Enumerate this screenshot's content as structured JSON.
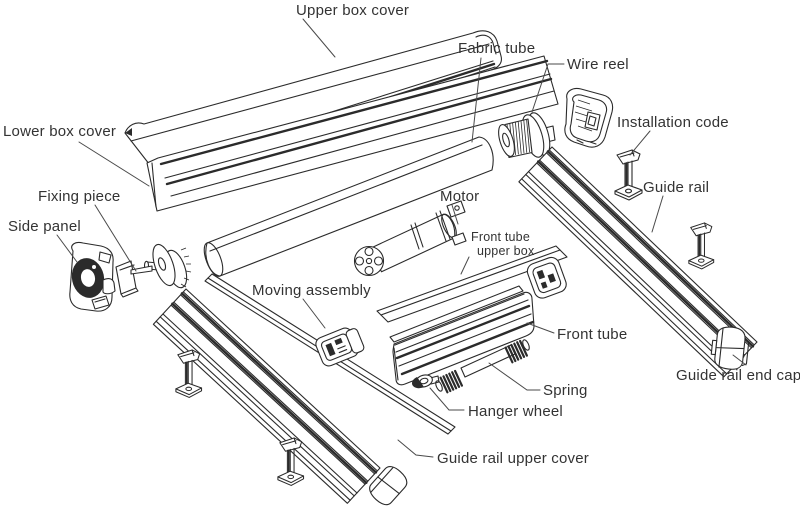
{
  "figure": {
    "kind": "exploded parts diagram",
    "background": "#ffffff",
    "line_color": "#2b2b2b",
    "text_color": "#333333"
  },
  "labels": {
    "upper_box_cover": "Upper box cover",
    "fabric_tube": "Fabric tube",
    "wire_reel": "Wire reel",
    "lower_box_cover": "Lower box cover",
    "installation_code": "Installation code",
    "guide_rail": "Guide rail",
    "fixing_piece": "Fixing piece",
    "side_panel": "Side panel",
    "motor": "Motor",
    "front_tube_upper_box": {
      "line1": "Front tube",
      "line2": "upper box"
    },
    "moving_assembly": "Moving assembly",
    "front_tube": "Front tube",
    "guide_rail_end_cap": "Guide rail end cap",
    "spring": "Spring",
    "hanger_wheel": "Hanger wheel",
    "guide_rail_upper_cover": "Guide rail upper cover"
  }
}
